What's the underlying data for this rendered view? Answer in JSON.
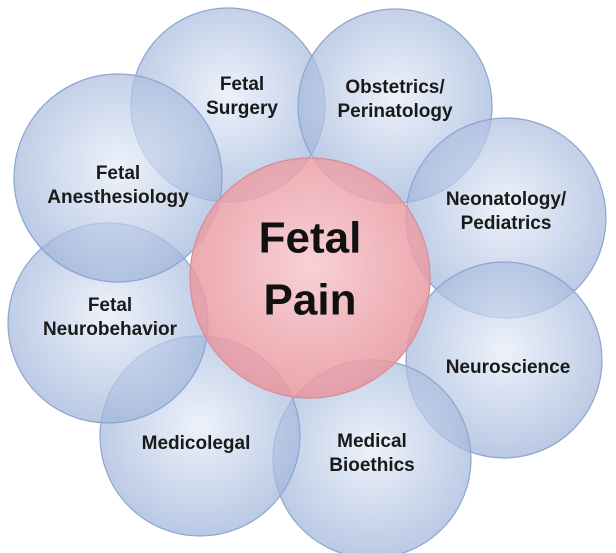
{
  "center": {
    "lines": [
      "Fetal",
      "Pain"
    ]
  },
  "petals": [
    {
      "id": "fetal-surgery",
      "lines": [
        "Fetal",
        "Surgery"
      ]
    },
    {
      "id": "obstetrics-perinatology",
      "lines": [
        "Obstetrics/",
        "Perinatology"
      ]
    },
    {
      "id": "neonatology-pediatrics",
      "lines": [
        "Neonatology/",
        "Pediatrics"
      ]
    },
    {
      "id": "neuroscience",
      "lines": [
        "Neuroscience"
      ]
    },
    {
      "id": "medical-bioethics",
      "lines": [
        "Medical",
        "Bioethics"
      ]
    },
    {
      "id": "medicolegal",
      "lines": [
        "Medicolegal"
      ]
    },
    {
      "id": "fetal-neurobehavior",
      "lines": [
        "Fetal",
        "Neurobehavior"
      ]
    },
    {
      "id": "fetal-anesthesiology",
      "lines": [
        "Fetal",
        "Anesthesiology"
      ]
    }
  ],
  "colors": {
    "petal_fill_light": "#e6edf8",
    "petal_fill_dark": "#9fb4da",
    "petal_stroke": "#8da4cf",
    "center_fill_light": "#f6c9cf",
    "center_fill_dark": "#e8959d",
    "center_stroke": "#d98b94"
  }
}
